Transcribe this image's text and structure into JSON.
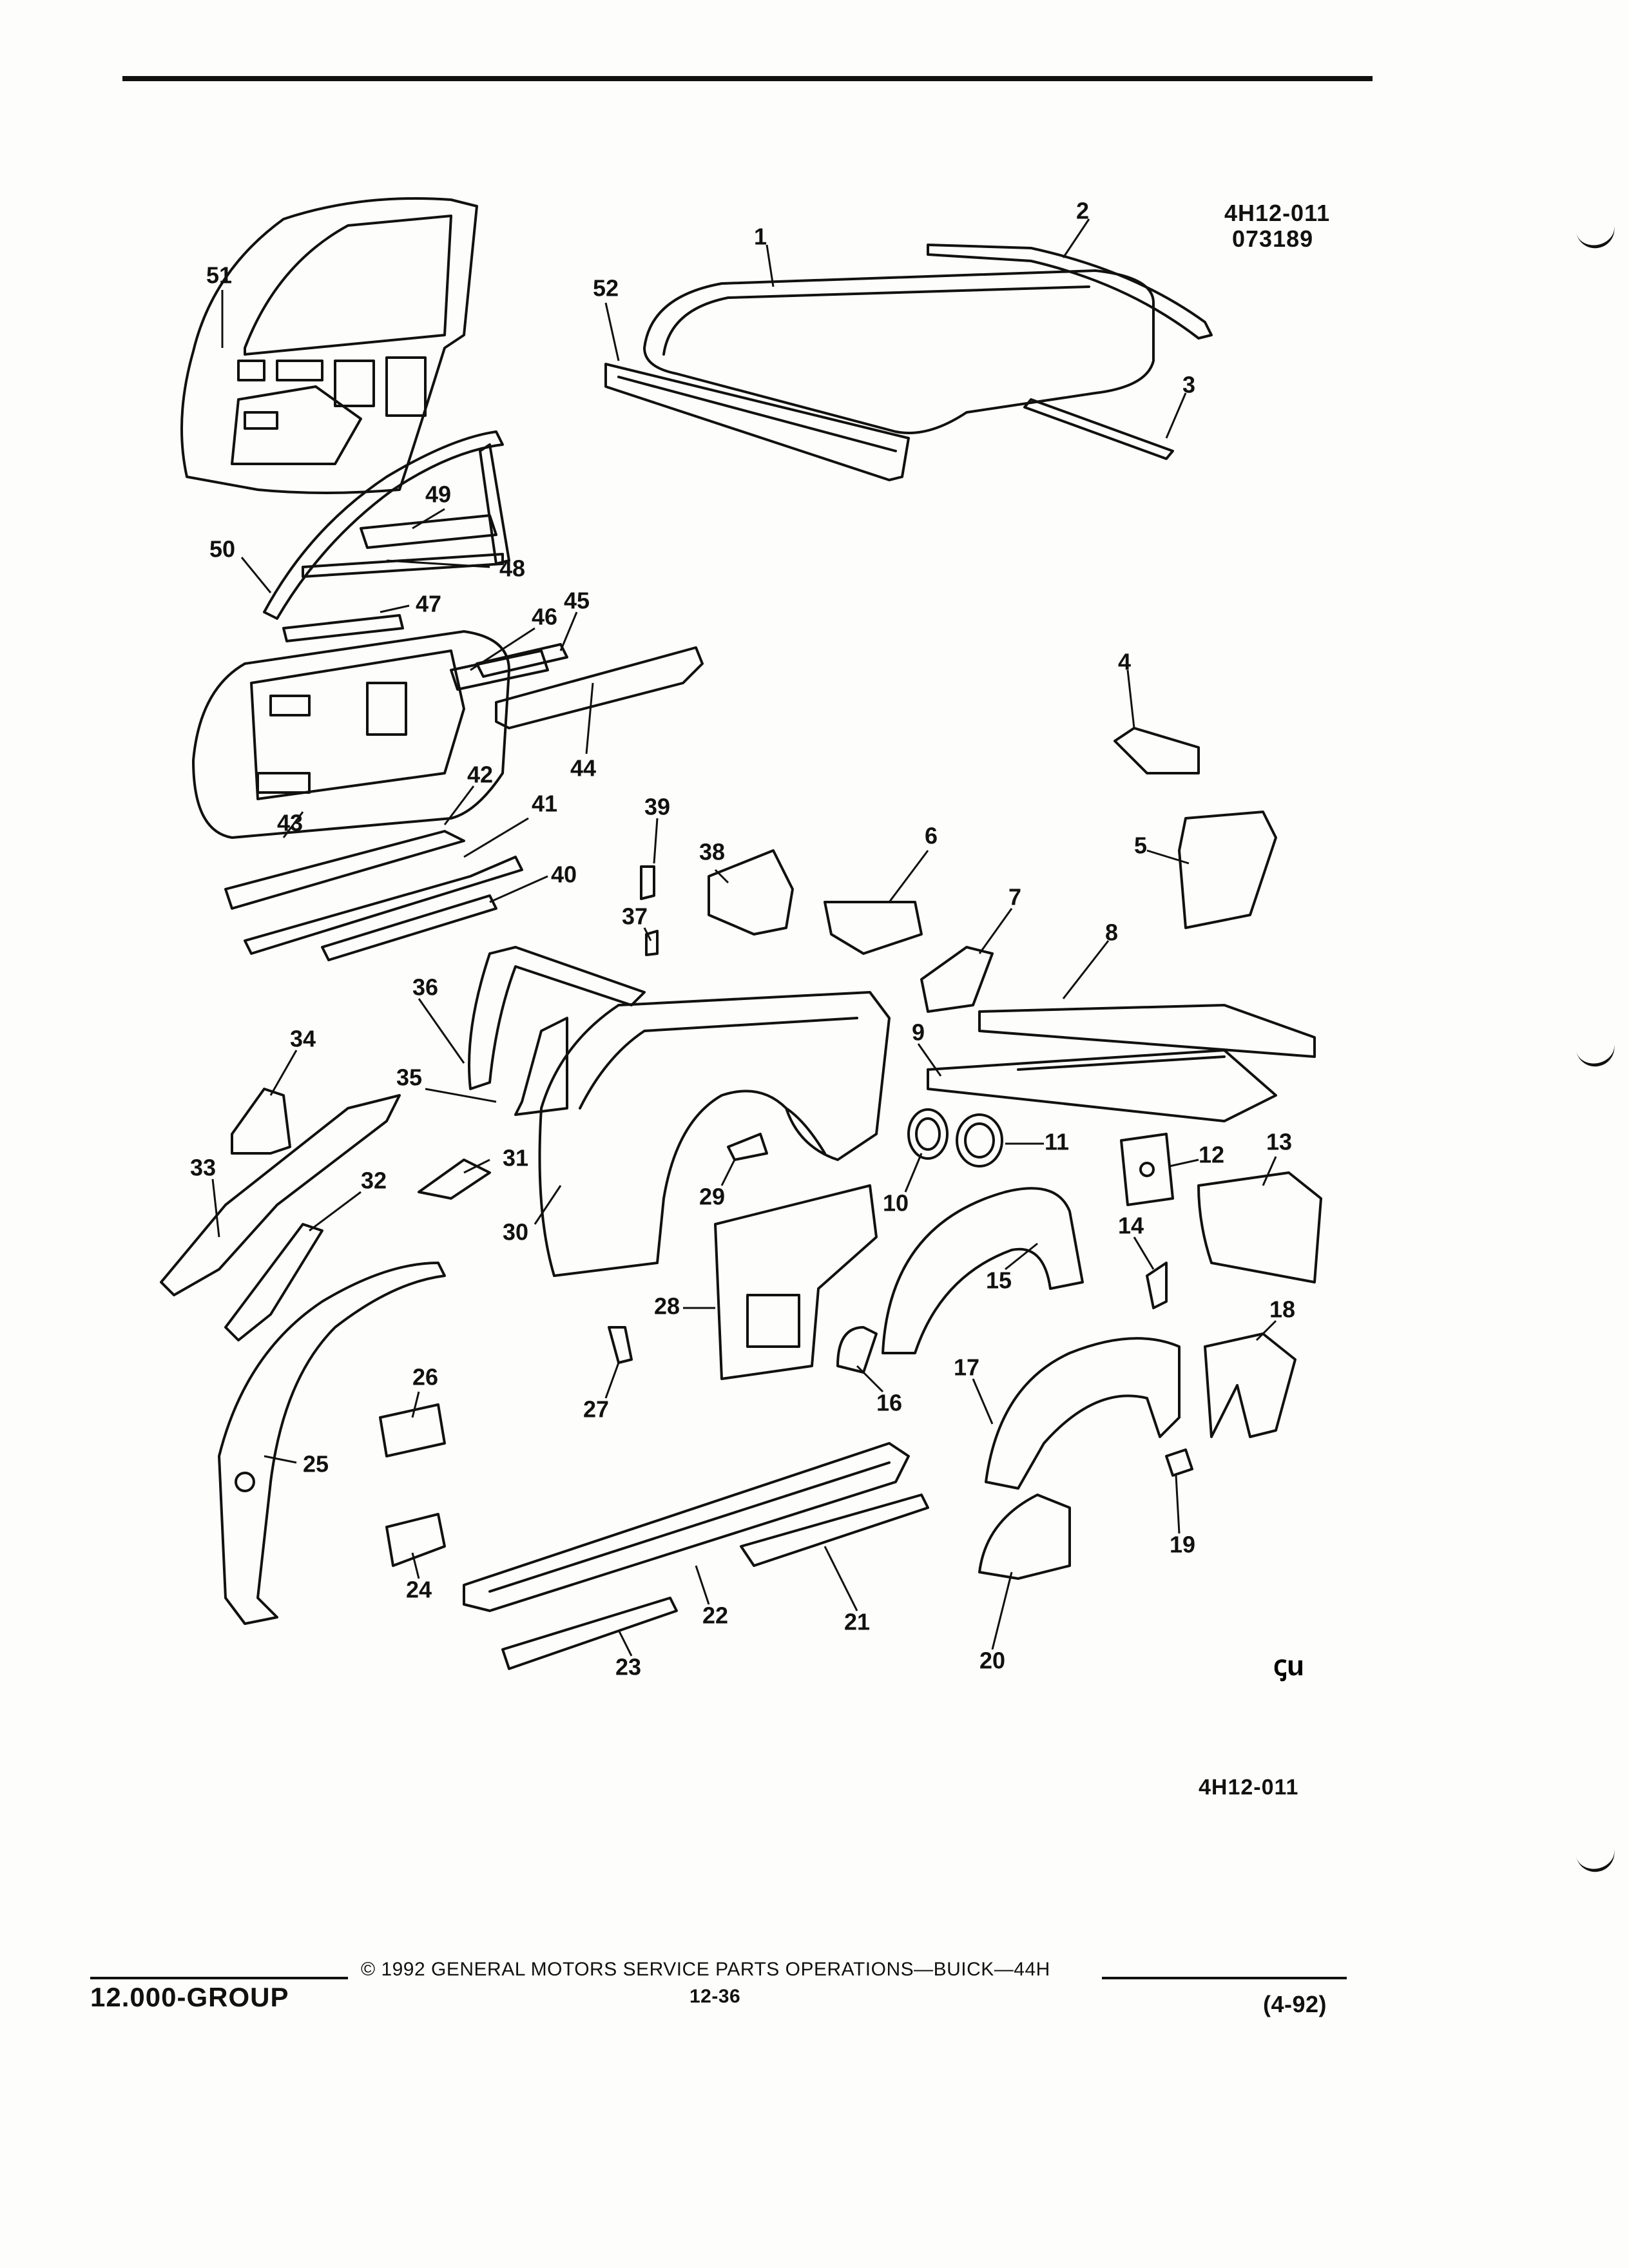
{
  "header": {
    "figure_code": "4H12-011",
    "date_code": "073189"
  },
  "diagram": {
    "callouts": [
      "1",
      "2",
      "3",
      "4",
      "5",
      "6",
      "7",
      "8",
      "9",
      "10",
      "11",
      "12",
      "13",
      "14",
      "15",
      "16",
      "17",
      "18",
      "19",
      "20",
      "21",
      "22",
      "23",
      "24",
      "25",
      "26",
      "27",
      "28",
      "29",
      "30",
      "31",
      "32",
      "33",
      "34",
      "35",
      "36",
      "37",
      "38",
      "39",
      "40",
      "41",
      "42",
      "43",
      "44",
      "45",
      "46",
      "47",
      "48",
      "49",
      "50",
      "51",
      "52"
    ],
    "logo": "ꞔu",
    "figure_code_bottom": "4H12-011"
  },
  "footer": {
    "copyright": "© 1992 GENERAL MOTORS SERVICE PARTS OPERATIONS—BUICK—44H",
    "group": "12.000-GROUP",
    "page_number": "12-36",
    "revision": "(4-92)"
  }
}
